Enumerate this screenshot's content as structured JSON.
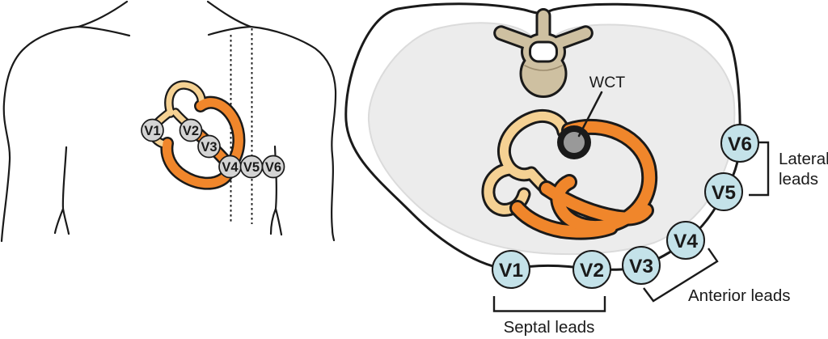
{
  "colors": {
    "outline": "#1A1A1A",
    "heart_orange": "#F0862B",
    "heart_cream": "#F5D193",
    "vertebra_tan": "#CEC0A1",
    "thorax_gray": "#ECECEC",
    "thorax_gray_edge": "#DBDBDB",
    "lead_blue": "#C4E2E9",
    "lead_gray": "#D4D4D4",
    "wct_inner_gray": "#999999"
  },
  "torso_view": {
    "leads": [
      {
        "label": "V1"
      },
      {
        "label": "V2"
      },
      {
        "label": "V3"
      },
      {
        "label": "V4"
      },
      {
        "label": "V5"
      },
      {
        "label": "V6"
      }
    ]
  },
  "cross_section_view": {
    "wct": {
      "label": "WCT"
    },
    "leads": [
      {
        "label": "V1"
      },
      {
        "label": "V2"
      },
      {
        "label": "V3"
      },
      {
        "label": "V4"
      },
      {
        "label": "V5"
      },
      {
        "label": "V6"
      }
    ],
    "groups": {
      "septal": {
        "label": "Septal leads"
      },
      "anterior": {
        "label": "Anterior leads"
      },
      "lateral": {
        "line1": "Lateral",
        "line2": "leads"
      }
    }
  }
}
